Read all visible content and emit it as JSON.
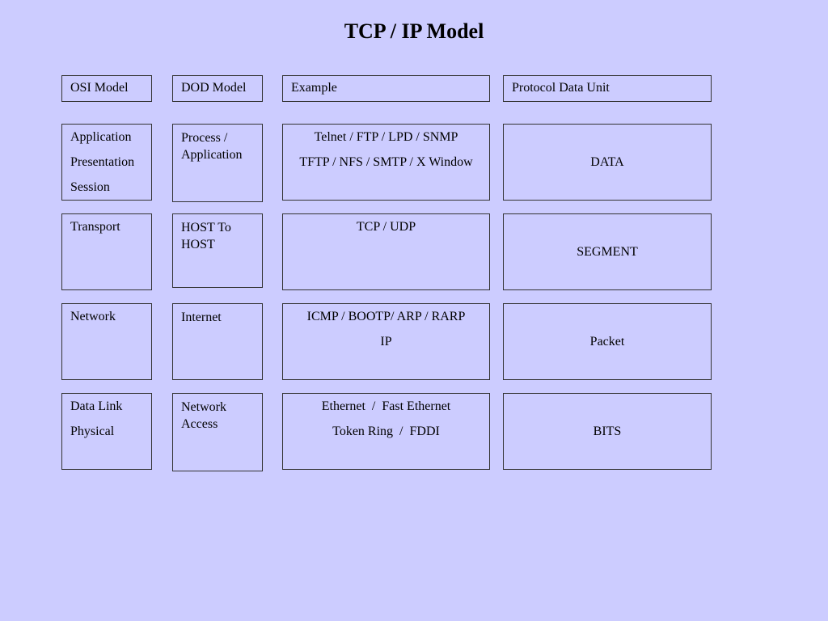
{
  "title": "TCP / IP Model",
  "headers": {
    "osi": "OSI Model",
    "dod": "DOD Model",
    "example": "Example",
    "pdu": "Protocol Data Unit"
  },
  "rows": [
    {
      "osi": [
        "Application",
        "Presentation",
        "Session"
      ],
      "dod": "Process / Application",
      "example": [
        "Telnet / FTP / LPD / SNMP",
        "TFTP / NFS / SMTP / X Window"
      ],
      "pdu": "DATA"
    },
    {
      "osi": [
        "Transport"
      ],
      "dod": "HOST To HOST",
      "example": [
        "TCP / UDP"
      ],
      "pdu": "SEGMENT"
    },
    {
      "osi": [
        "Network"
      ],
      "dod": "Internet",
      "example": [
        "ICMP / BOOTP/ ARP / RARP",
        "IP"
      ],
      "pdu": "Packet"
    },
    {
      "osi": [
        "Data Link",
        "Physical"
      ],
      "dod": "Network Access",
      "example": [
        "Ethernet  /  Fast Ethernet",
        "Token Ring  /  FDDI"
      ],
      "pdu": "BITS"
    }
  ]
}
